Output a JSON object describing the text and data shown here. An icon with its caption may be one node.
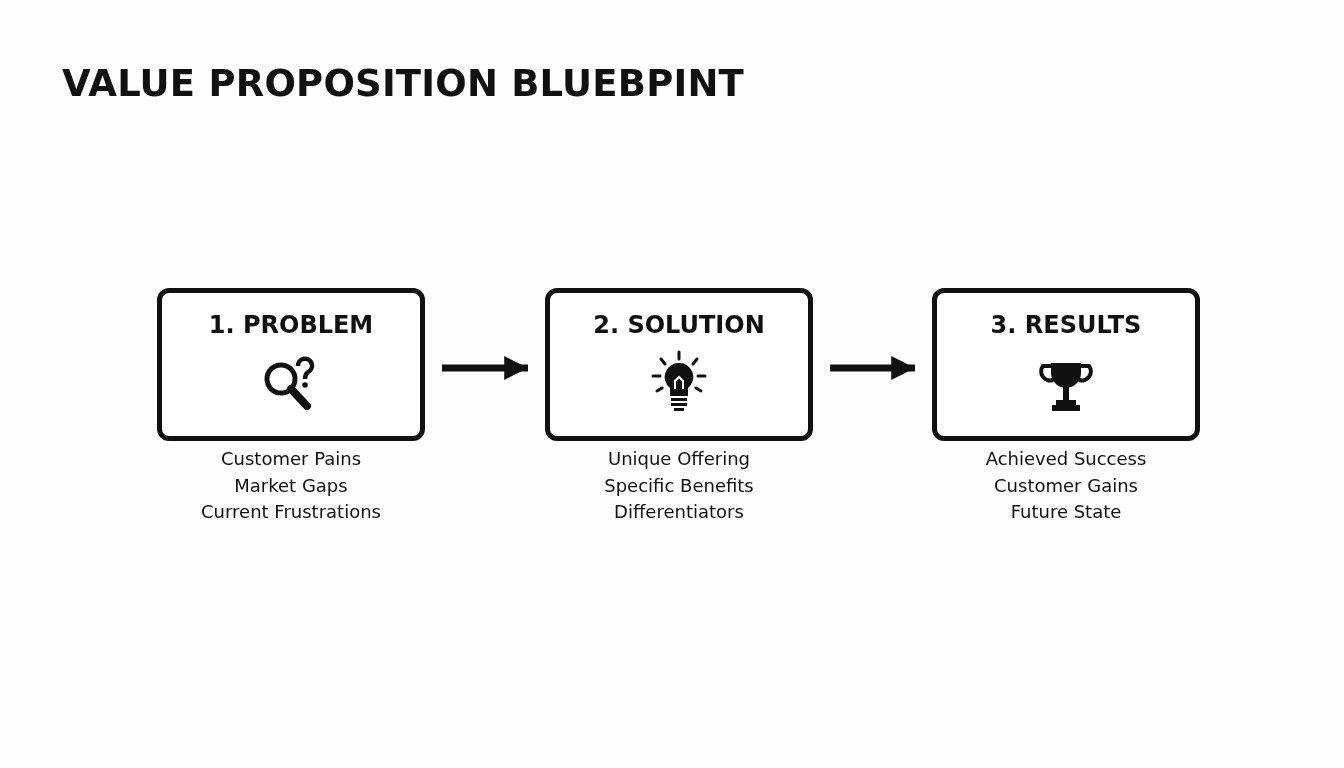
{
  "diagram": {
    "title": "VALUE PROPOSITION BLUEBPINT",
    "nodes": [
      {
        "text": [
          "1. PROBLEM"
        ],
        "beside": [
          "Customer Pains",
          "Market Gaps",
          "Current Frustrations"
        ]
      },
      {
        "text": [
          "2. SOLUTION"
        ],
        "beside": [
          "Unique Offering",
          "Specific Benefits",
          "Differentiators"
        ]
      },
      {
        "text": [
          "3. RESULTS"
        ],
        "beside": [
          "Achieved Success",
          "Customer Gains",
          "Future State"
        ]
      }
    ],
    "edges": [
      {
        "from": 0,
        "to": 1,
        "arrow": "to"
      },
      {
        "from": 1,
        "to": 2,
        "arrow": "to"
      }
    ]
  }
}
